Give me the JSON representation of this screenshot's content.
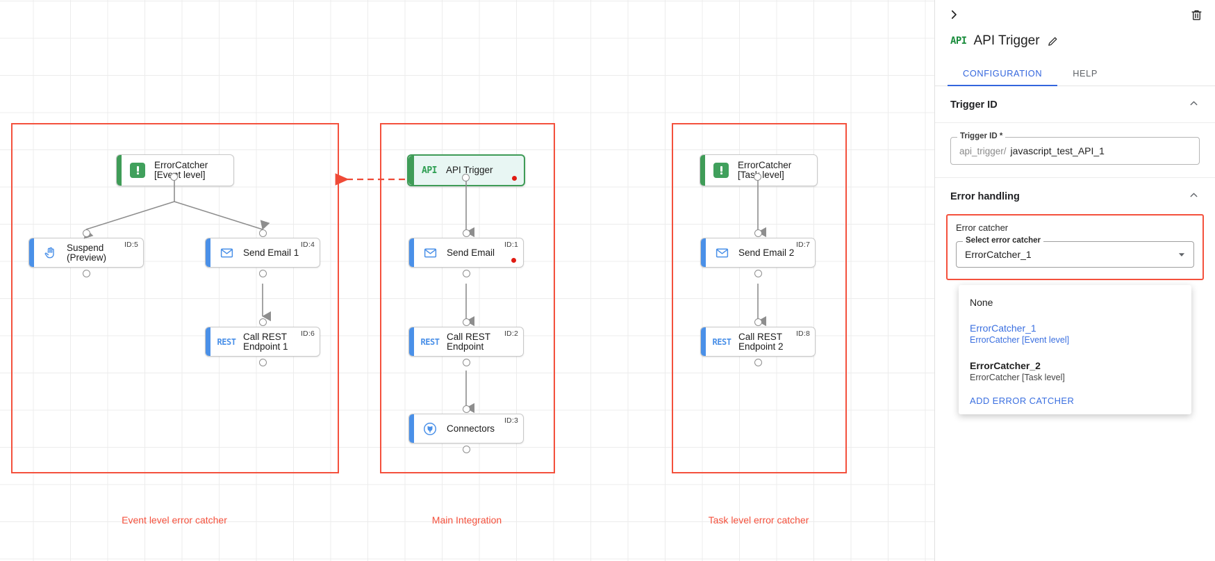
{
  "canvas": {
    "groups": [
      {
        "label": "Event level error catcher"
      },
      {
        "label": "Main Integration"
      },
      {
        "label": "Task level error catcher"
      }
    ],
    "nodes": {
      "errorcatcher_event": {
        "label": "ErrorCatcher\n[Event level]",
        "icon": "error-catcher-icon",
        "id_badge": ""
      },
      "suspend": {
        "label": "Suspend\n(Preview)",
        "icon": "hand-icon",
        "id_badge": "ID:5"
      },
      "send_email_1": {
        "label": "Send Email 1",
        "icon": "envelope-icon",
        "id_badge": "ID:4"
      },
      "call_rest_1": {
        "label": "Call REST\nEndpoint 1",
        "icon": "rest-icon",
        "id_badge": "ID:6"
      },
      "api_trigger": {
        "label": "API Trigger",
        "icon": "api-icon",
        "id_badge": ""
      },
      "send_email": {
        "label": "Send Email",
        "icon": "envelope-icon",
        "id_badge": "ID:1"
      },
      "call_rest": {
        "label": "Call REST\nEndpoint",
        "icon": "rest-icon",
        "id_badge": "ID:2"
      },
      "connectors": {
        "label": "Connectors",
        "icon": "connector-plug-icon",
        "id_badge": "ID:3"
      },
      "errorcatcher_task": {
        "label": "ErrorCatcher\n[Task level]",
        "icon": "error-catcher-icon",
        "id_badge": ""
      },
      "send_email_2": {
        "label": "Send Email 2",
        "icon": "envelope-icon",
        "id_badge": "ID:7"
      },
      "call_rest_2": {
        "label": "Call REST\nEndpoint 2",
        "icon": "rest-icon",
        "id_badge": "ID:8"
      }
    },
    "icon_text": {
      "api": "API",
      "rest": "REST"
    }
  },
  "panel": {
    "collapse_icon": "chevron-right-icon",
    "delete_icon": "trash-icon",
    "badge": "API",
    "title": "API Trigger",
    "edit_icon": "pencil-icon",
    "tabs": [
      {
        "label": "CONFIGURATION",
        "active": true
      },
      {
        "label": "HELP",
        "active": false
      }
    ],
    "trigger_id_section": {
      "title": "Trigger ID",
      "field_legend": "Trigger ID *",
      "prefix": "api_trigger/",
      "value": "javascript_test_API_1"
    },
    "error_handling_section": {
      "title": "Error handling",
      "error_catcher_label": "Error catcher",
      "select_legend": "Select error catcher",
      "selected_value": "ErrorCatcher_1",
      "dropdown_options": [
        {
          "main": "None",
          "sub": "",
          "selected": false,
          "bold": false
        },
        {
          "main": "ErrorCatcher_1",
          "sub": "ErrorCatcher [Event level]",
          "selected": true,
          "bold": false
        },
        {
          "main": "ErrorCatcher_2",
          "sub": "ErrorCatcher [Task level]",
          "selected": false,
          "bold": true
        }
      ],
      "add_action": "ADD ERROR CATCHER"
    }
  },
  "colors": {
    "group_red": "#f4503c",
    "accent_blue": "#4a90e8",
    "accent_green": "#3f9c57",
    "link_blue": "#3a6fe0",
    "status_red": "#e01b12"
  }
}
